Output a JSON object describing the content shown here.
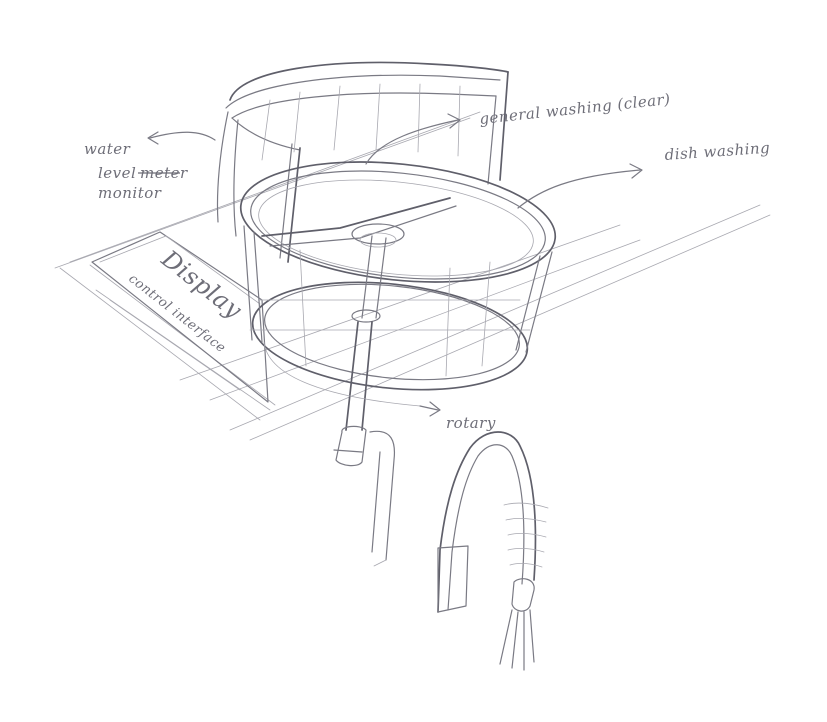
{
  "annotations": {
    "water_level": "water",
    "water_level_2": "level",
    "water_level_struck": "meter",
    "water_level_3": "monitor",
    "general_washing": "general washing (clear)",
    "dish_washing": "dish washing",
    "display": "Display",
    "control_interface": "control interface",
    "rotary": "rotary"
  },
  "colors": {
    "pencil": "#7a7a84",
    "pencil_light": "#a8a8b0",
    "pencil_dark": "#5f5f6a",
    "paper": "#ffffff"
  }
}
